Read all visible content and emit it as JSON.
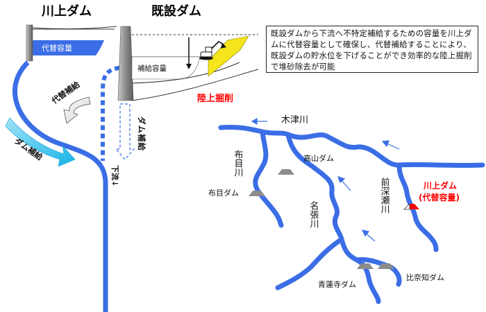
{
  "titles": {
    "kawakami_dam": "川上ダム",
    "existing_dam": "既設ダム"
  },
  "labels": {
    "alternative_capacity": "代替容量",
    "supply_capacity": "補給容量",
    "alternative_supply": "代替補給",
    "dam_supply_left": "ダム補給",
    "dam_supply_center": "ダム補給",
    "downstream": "下流↓",
    "land_excavation": "陸上掘削"
  },
  "note": "既設ダムから下流へ不特定補給するための容量を川上ダムに代替容量として確保し、代替補給することにより、既設ダムの貯水位を下げることができ効率的な陸上掘削で堆砂除去が可能",
  "map": {
    "kizu_river": "木津川",
    "nunome_river": "布目川",
    "nabari_river": "名張川",
    "maefukase_river": "前深瀬川",
    "takayama_dam": "高山ダム",
    "nunome_dam": "布目ダム",
    "shorenji_dam": "青蓮寺ダム",
    "hinachi_dam": "比奈知ダム",
    "kawakami_dam": "川上ダム",
    "kawakami_dam_sub": "(代替容量)"
  },
  "colors": {
    "river": "#3b6ee6",
    "water": "#3b6ee6",
    "arrow_cyan": "#17b3e8",
    "sediment": "#f5e51c",
    "dam_gray": "#8c8c8c",
    "alert_red": "#ff0000"
  }
}
